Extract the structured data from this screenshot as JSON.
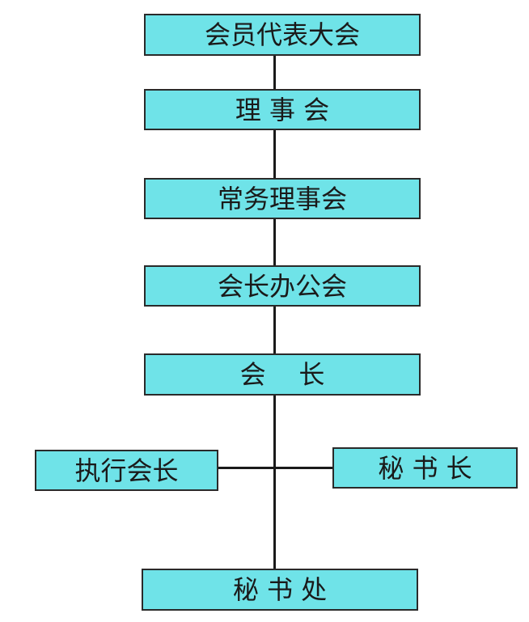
{
  "diagram": {
    "nodes": {
      "general_assembly": "会员代表大会",
      "council": "理 事 会",
      "standing_council": "常务理事会",
      "president_office_meeting": "会长办公会",
      "president": "会    长",
      "executive_president": "执行会长",
      "secretary_general": "秘 书 长",
      "secretariat": "秘 书 处"
    },
    "colors": {
      "box_fill": "#6fe3e8",
      "box_border": "#2a2a2a",
      "connector": "#1a1a1a",
      "text": "#1a1a1a"
    }
  }
}
